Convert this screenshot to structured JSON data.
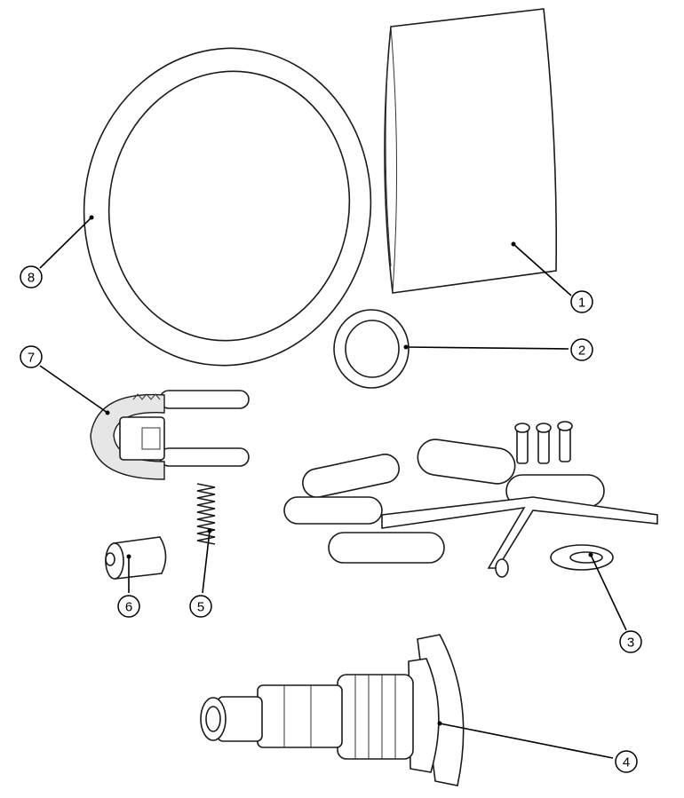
{
  "diagram": {
    "type": "exploded-parts-view",
    "callouts": [
      {
        "id": "1",
        "label": "1",
        "part": "filter-bag"
      },
      {
        "id": "2",
        "label": "2",
        "part": "small-o-ring"
      },
      {
        "id": "3",
        "label": "3",
        "part": "diffuser-spider-assembly"
      },
      {
        "id": "4",
        "label": "4",
        "part": "valve-cartridge"
      },
      {
        "id": "5",
        "label": "5",
        "part": "spring"
      },
      {
        "id": "6",
        "label": "6",
        "part": "plunger"
      },
      {
        "id": "7",
        "label": "7",
        "part": "retaining-clip"
      },
      {
        "id": "8",
        "label": "8",
        "part": "large-o-ring"
      }
    ]
  }
}
